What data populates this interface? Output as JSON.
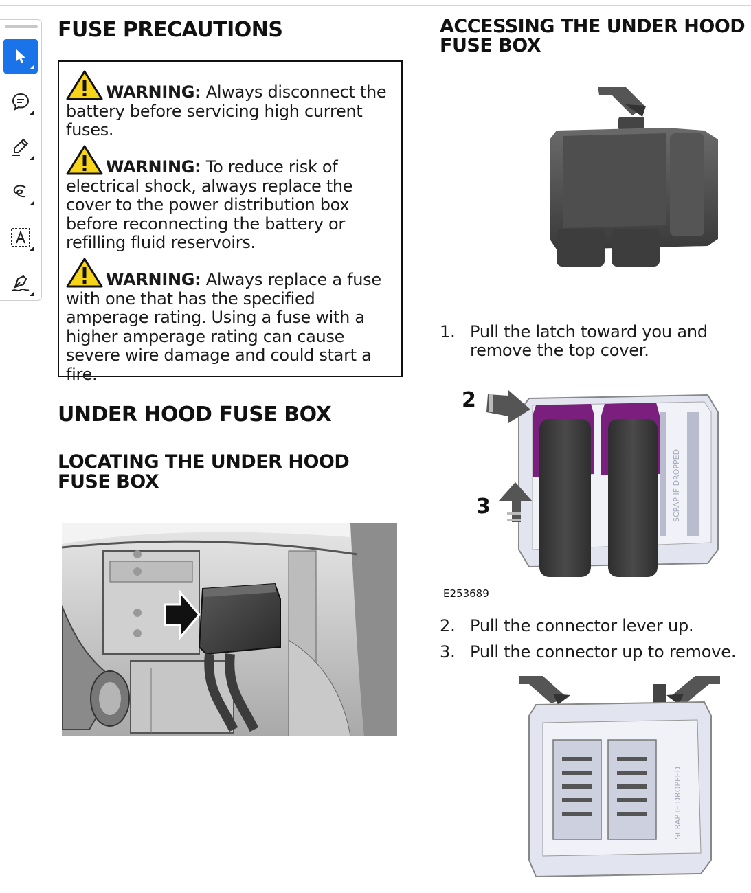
{
  "toolbar": {
    "tools": [
      {
        "icon": "select-arrow-icon",
        "active": true
      },
      {
        "icon": "comment-icon",
        "active": false
      },
      {
        "icon": "highlighter-icon",
        "active": false
      },
      {
        "icon": "freehand-draw-icon",
        "active": false
      },
      {
        "icon": "text-box-icon",
        "active": false
      },
      {
        "icon": "sign-icon",
        "active": false
      }
    ]
  },
  "left": {
    "fuse_precautions_title": "FUSE PRECAUTIONS",
    "warnings": [
      {
        "label": "WARNING:",
        "text": " Always disconnect the battery before servicing high current fuses."
      },
      {
        "label": "WARNING:",
        "text": " To reduce risk of electrical shock, always replace the cover to the power distribution box before reconnecting the battery or refilling fluid reservoirs."
      },
      {
        "label": "WARNING:",
        "text": " Always replace a fuse with one that has the specified amperage rating. Using a fuse with a higher amperage rating can cause severe wire damage and could start a fire."
      }
    ],
    "under_hood_title": "UNDER HOOD FUSE BOX",
    "locating_title_line1": "LOCATING THE UNDER HOOD",
    "locating_title_line2": "FUSE BOX"
  },
  "right": {
    "accessing_title_line1": "ACCESSING THE UNDER HOOD",
    "accessing_title_line2": "FUSE BOX",
    "steps": [
      {
        "num": "1.",
        "text": "Pull the latch toward you and remove the top cover."
      },
      {
        "num": "2.",
        "text": "Pull the connector lever up."
      },
      {
        "num": "3.",
        "text": "Pull the connector up to remove."
      }
    ],
    "callout_2": "2",
    "callout_3": "3",
    "figure_code": "E253689",
    "scrap_label": "SCRAP IF DROPPED"
  },
  "colors": {
    "accent": "#1a73e8",
    "connector": "#7b1f7f",
    "warning_yellow": "#f7d417"
  }
}
